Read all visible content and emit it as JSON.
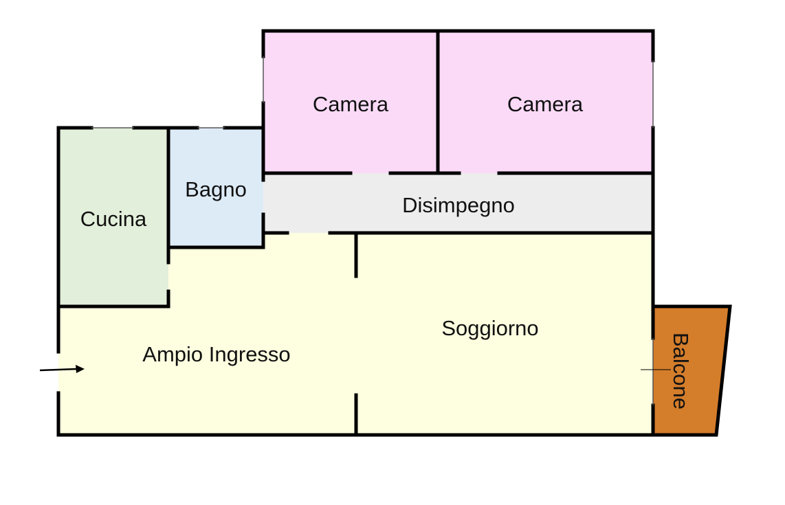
{
  "rooms": {
    "camera_left": {
      "label": "Camera",
      "color": "#FADAF7"
    },
    "camera_right": {
      "label": "Camera",
      "color": "#FADAF7"
    },
    "cucina": {
      "label": "Cucina",
      "color": "#E2EFDA"
    },
    "bagno": {
      "label": "Bagno",
      "color": "#DDEBF7"
    },
    "disimpegno": {
      "label": "Disimpegno",
      "color": "#EDEDED"
    },
    "ingresso": {
      "label": "Ampio Ingresso",
      "color": "#FEFEE0"
    },
    "soggiorno": {
      "label": "Soggiorno",
      "color": "#FEFEE0"
    },
    "balcone": {
      "label": "Balcone",
      "color": "#D47D2B"
    }
  },
  "wall_color": "#000000",
  "entrance_icon": "arrow-right-icon"
}
